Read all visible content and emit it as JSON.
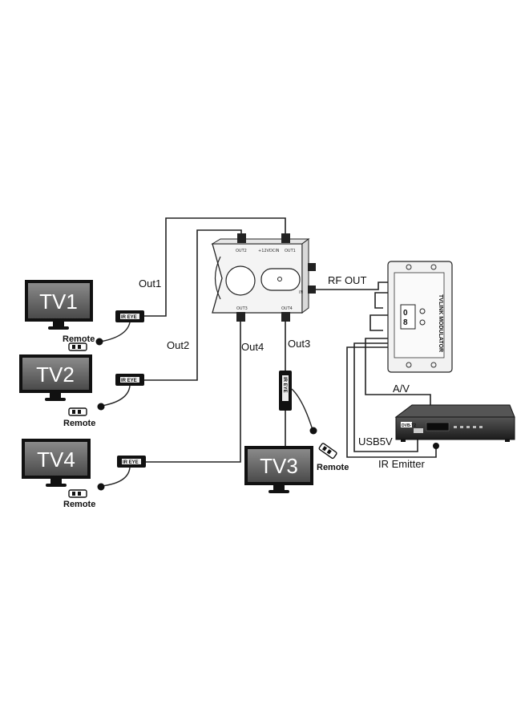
{
  "tvs": {
    "tv1": "TV1",
    "tv2": "TV2",
    "tv3": "TV3",
    "tv4": "TV4"
  },
  "remote_label": "Remote",
  "outputs": {
    "out1": "Out1",
    "out2": "Out2",
    "out3": "Out3",
    "out4": "Out4"
  },
  "splitter": {
    "port_out1": "OUT1",
    "port_out2": "OUT2",
    "port_out3": "OUT3",
    "port_out4": "OUT4",
    "port_power": "+12VDCIN",
    "port_in": "IN"
  },
  "rf_out": "RF OUT",
  "modulator": {
    "name": "TVLINK MODULATOR"
  },
  "connections": {
    "av": "A/V",
    "usb": "USB5V",
    "ir": "IR Emitter"
  },
  "ir_receiver_label": "IR EYE",
  "set_top_box": {
    "logo": "DVB-T2"
  }
}
